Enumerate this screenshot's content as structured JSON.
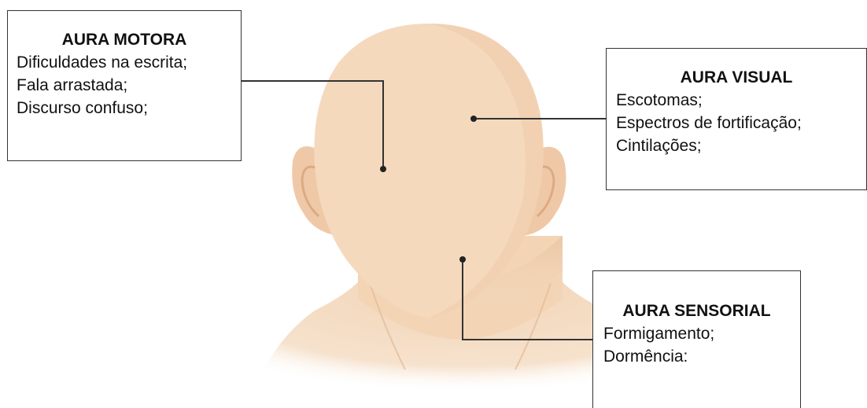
{
  "labels": {
    "motora": {
      "title": "AURA MOTORA",
      "items": [
        "Dificuldades na escrita;",
        "Fala arrastada;",
        "Discurso confuso;"
      ]
    },
    "visual": {
      "title": "AURA VISUAL",
      "items": [
        "Escotomas;",
        "Espectros de fortificação;",
        "Cintilações;"
      ]
    },
    "sensorial": {
      "title": "AURA SENSORIAL",
      "items": [
        "Formigamento;",
        "Dormência:"
      ]
    }
  },
  "colors": {
    "skin": "#f5d9bd",
    "skin_shadow": "#e8c3a1",
    "skin_dark": "#d9a985",
    "leader_line": "#333333",
    "box_border": "#333333"
  }
}
